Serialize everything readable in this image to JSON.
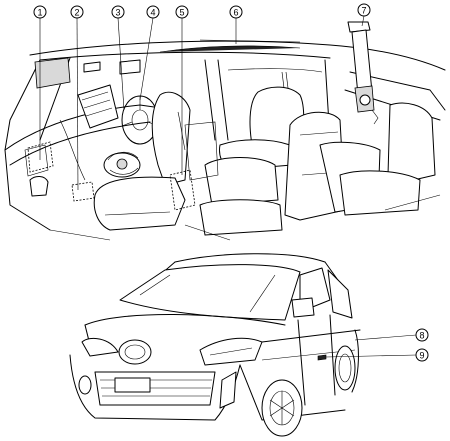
{
  "callouts": [
    {
      "id": 1,
      "label": "1"
    },
    {
      "id": 2,
      "label": "2"
    },
    {
      "id": 3,
      "label": "3"
    },
    {
      "id": 4,
      "label": "4"
    },
    {
      "id": 5,
      "label": "5"
    },
    {
      "id": 6,
      "label": "6"
    },
    {
      "id": 7,
      "label": "7"
    },
    {
      "id": 8,
      "label": "8"
    },
    {
      "id": 9,
      "label": "9"
    }
  ],
  "colors": {
    "line": "#000000",
    "background": "#ffffff",
    "shade": "#d9d9d9"
  }
}
